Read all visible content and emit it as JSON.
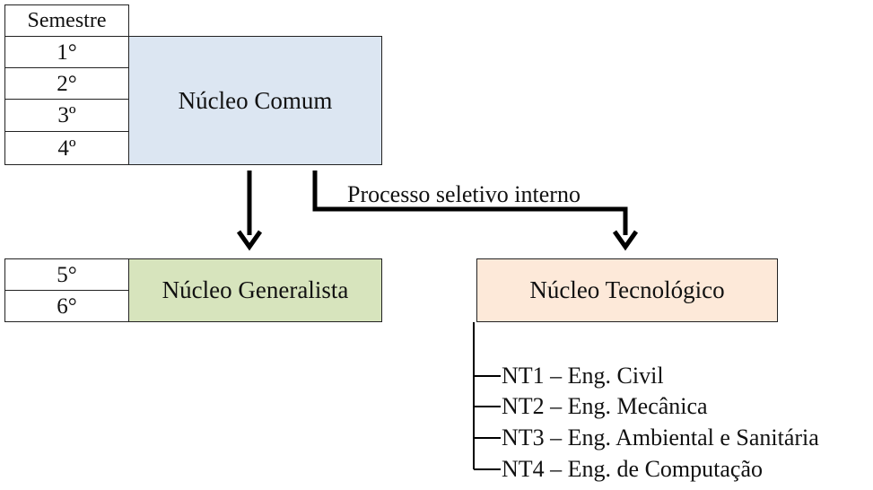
{
  "semester_header": "Semestre",
  "semesters_top": [
    "1°",
    "2°",
    "3º",
    "4º"
  ],
  "semesters_bottom": [
    "5°",
    "6°"
  ],
  "boxes": {
    "nucleo_comum": {
      "label": "Núcleo Comum",
      "color": "#dce6f2"
    },
    "nucleo_generalista": {
      "label": "Núcleo Generalista",
      "color": "#d7e4bd"
    },
    "nucleo_tecnologico": {
      "label": "Núcleo Tecnológico",
      "color": "#fde9d9"
    }
  },
  "arrow_label": "Processo seletivo interno",
  "tracks": [
    "NT1 – Eng. Civil",
    "NT2 – Eng. Mecânica",
    "NT3 – Eng. Ambiental e Sanitária",
    "NT4 – Eng. de Computação"
  ]
}
